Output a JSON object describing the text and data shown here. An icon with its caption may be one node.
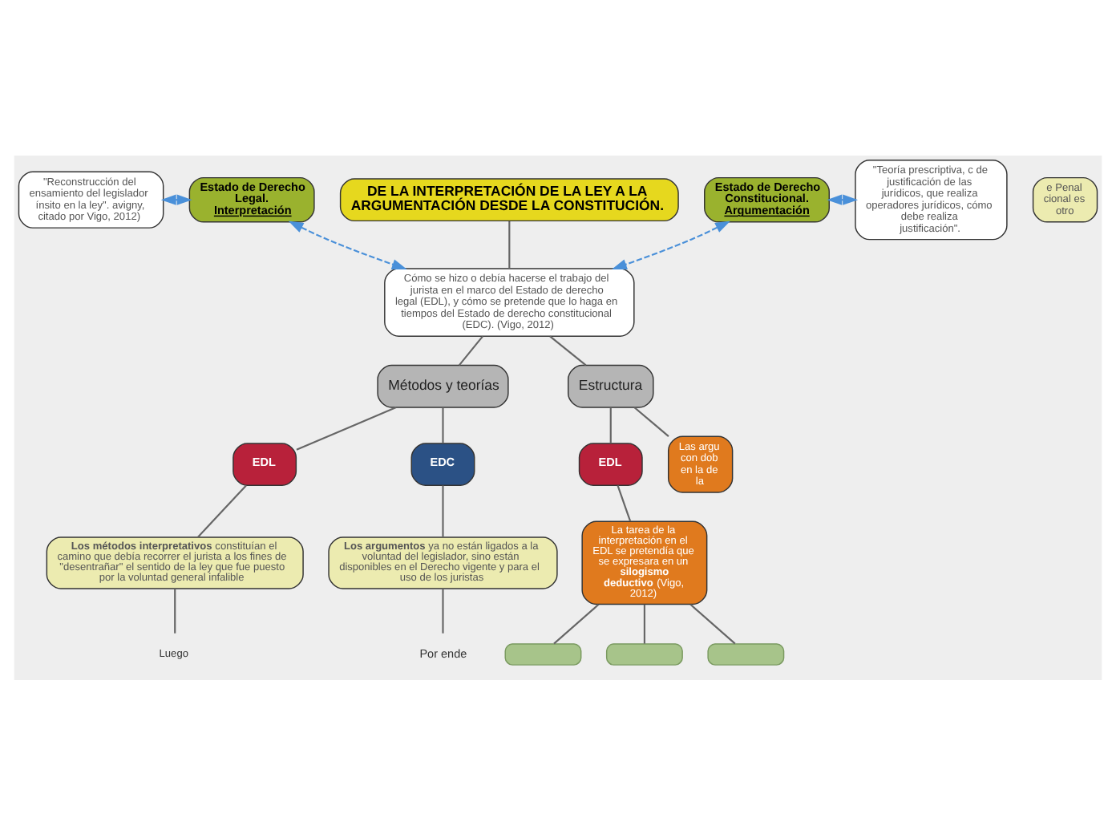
{
  "diagram": {
    "nodes": [
      {
        "text": [
          "\"Reconstrucción del ensamiento del legislador ínsito en la ley\". avigny, citado por Vigo, 2012)"
        ]
      },
      {
        "text": [
          "Estado de Derecho Legal.",
          "Interpretación"
        ]
      },
      {
        "text": [
          "DE LA INTERPRETACIÓN DE LA LEY A LA ARGUMENTACIÓN DESDE LA CONSTITUCIÓN."
        ]
      },
      {
        "text": [
          "Estado de Derecho Constitucional.",
          "Argumentación"
        ]
      },
      {
        "text": [
          "\"Teoría prescriptiva, c de justificación de las jurídicos, que realiza operadores jurídicos, cómo debe realiza justificación\"."
        ]
      },
      {
        "text": [
          "Cómo se hizo o debía hacerse el trabajo del jurista en el marco del Estado de derecho legal (EDL), y cómo se pretende que lo haga en tiempos del Estado de derecho constitucional (EDC). (Vigo, 2012)"
        ]
      },
      {
        "text": [
          "e Penal cional es otro"
        ]
      },
      {
        "text": [
          "Métodos y teorías"
        ]
      },
      {
        "text": [
          "Estructura"
        ]
      },
      {
        "text": [
          "EDL"
        ]
      },
      {
        "text": [
          "EDC"
        ]
      },
      {
        "text": [
          "EDL"
        ]
      },
      {
        "text": [
          "Las argu con dob en la de la"
        ]
      },
      {
        "text": [
          "**Los métodos interpretativos** constituían el camino que debía recorrer el jurista a los fines de \"desentrañar\" el sentido de la ley que fue puesto por la voluntad general infalible"
        ]
      },
      {
        "text": [
          "**Los argumentos** ya no están ligados a la voluntad del legislador, sino están disponibles en el Derecho vigente y para el uso de los juristas"
        ]
      },
      {
        "text": [
          "La tarea de la interpretación en el EDL se pretendía que se expresara en un **silogismo deductivo** (Vigo, 2012)"
        ]
      },
      {
        "text": [
          "Luego"
        ]
      },
      {
        "text": [
          "Por ende"
        ]
      },
      {
        "text": [],
        "shape": "box"
      },
      {
        "text": [],
        "shape": "box"
      },
      {
        "text": [],
        "shape": "box"
      }
    ],
    "edges": [
      {
        "from": 2,
        "to": 5,
        "arrow": "none"
      },
      {
        "from": 1,
        "to": 5,
        "arrow": "both",
        "style": "dashed",
        "color": "#4a90d9"
      },
      {
        "from": 0,
        "to": 1,
        "arrow": "both",
        "style": "dashed",
        "color": "#4a90d9"
      },
      {
        "from": 3,
        "to": 5,
        "arrow": "both",
        "style": "dashed",
        "color": "#4a90d9"
      },
      {
        "from": 3,
        "to": 4,
        "arrow": "both",
        "style": "dashed",
        "color": "#4a90d9"
      },
      {
        "from": 5,
        "to": 7,
        "arrow": "none"
      },
      {
        "from": 5,
        "to": 8,
        "arrow": "none"
      },
      {
        "from": 7,
        "to": 9,
        "arrow": "none"
      },
      {
        "from": 7,
        "to": 10,
        "arrow": "none"
      },
      {
        "from": 8,
        "to": 11,
        "arrow": "none"
      },
      {
        "from": 8,
        "to": 12,
        "arrow": "none"
      },
      {
        "from": 9,
        "to": 13,
        "arrow": "none"
      },
      {
        "from": 10,
        "to": 14,
        "arrow": "none"
      },
      {
        "from": 11,
        "to": 15,
        "arrow": "none"
      },
      {
        "from": 13,
        "to": 16,
        "arrow": "none"
      },
      {
        "from": 14,
        "to": 17,
        "arrow": "none"
      },
      {
        "from": 15,
        "to": 18,
        "arrow": "none"
      },
      {
        "from": 15,
        "to": 19,
        "arrow": "none"
      },
      {
        "from": 15,
        "to": 20,
        "arrow": "none"
      }
    ]
  }
}
